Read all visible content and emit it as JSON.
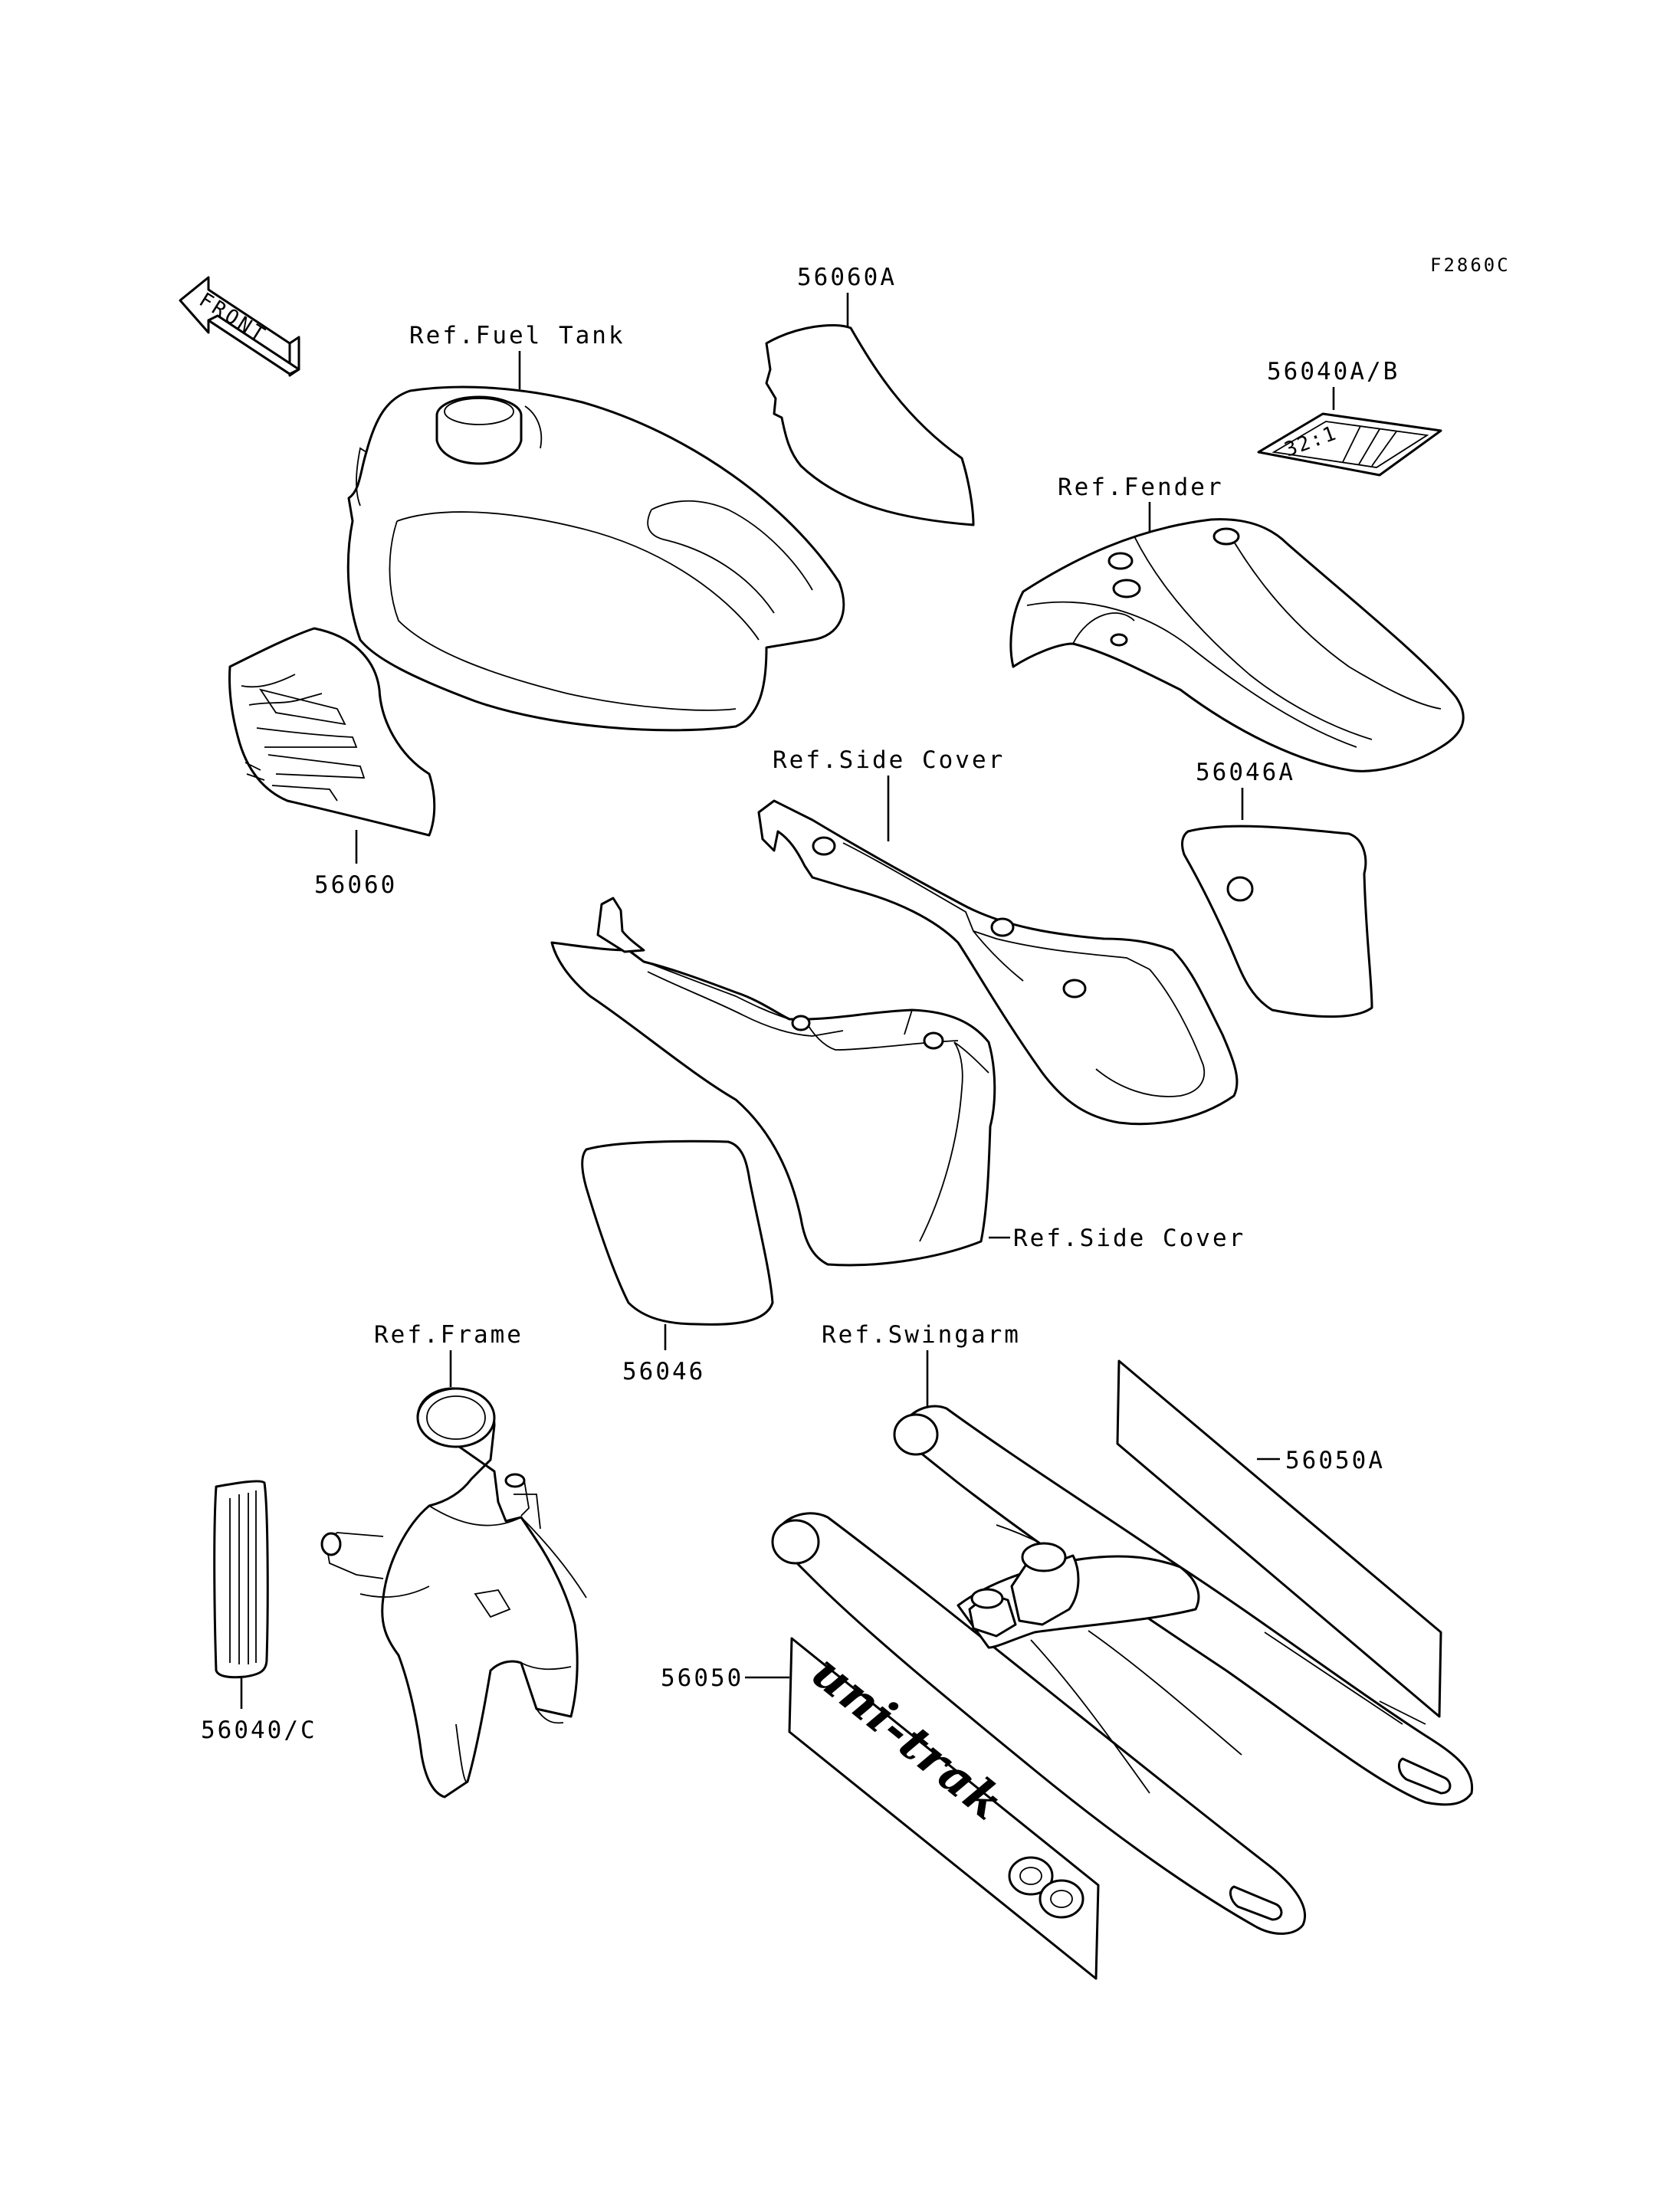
{
  "figure_code": "F2860C",
  "front_arrow": "FRONT",
  "labels": {
    "fuel_tank": "Ref.Fuel Tank",
    "fender": "Ref.Fender",
    "side_cover_right": "Ref.Side Cover",
    "side_cover_left": "Ref.Side Cover",
    "frame": "Ref.Frame",
    "swingarm": "Ref.Swingarm"
  },
  "part_numbers": {
    "p56060A": "56060A",
    "p56040AB": "56040A/B",
    "p56060": "56060",
    "p56046A": "56046A",
    "p56046": "56046",
    "p56050A": "56050A",
    "p56050": "56050",
    "p56040C": "56040/C"
  },
  "decal_texts": {
    "ratio": "32:1",
    "uni_trak": "uni-trak"
  }
}
